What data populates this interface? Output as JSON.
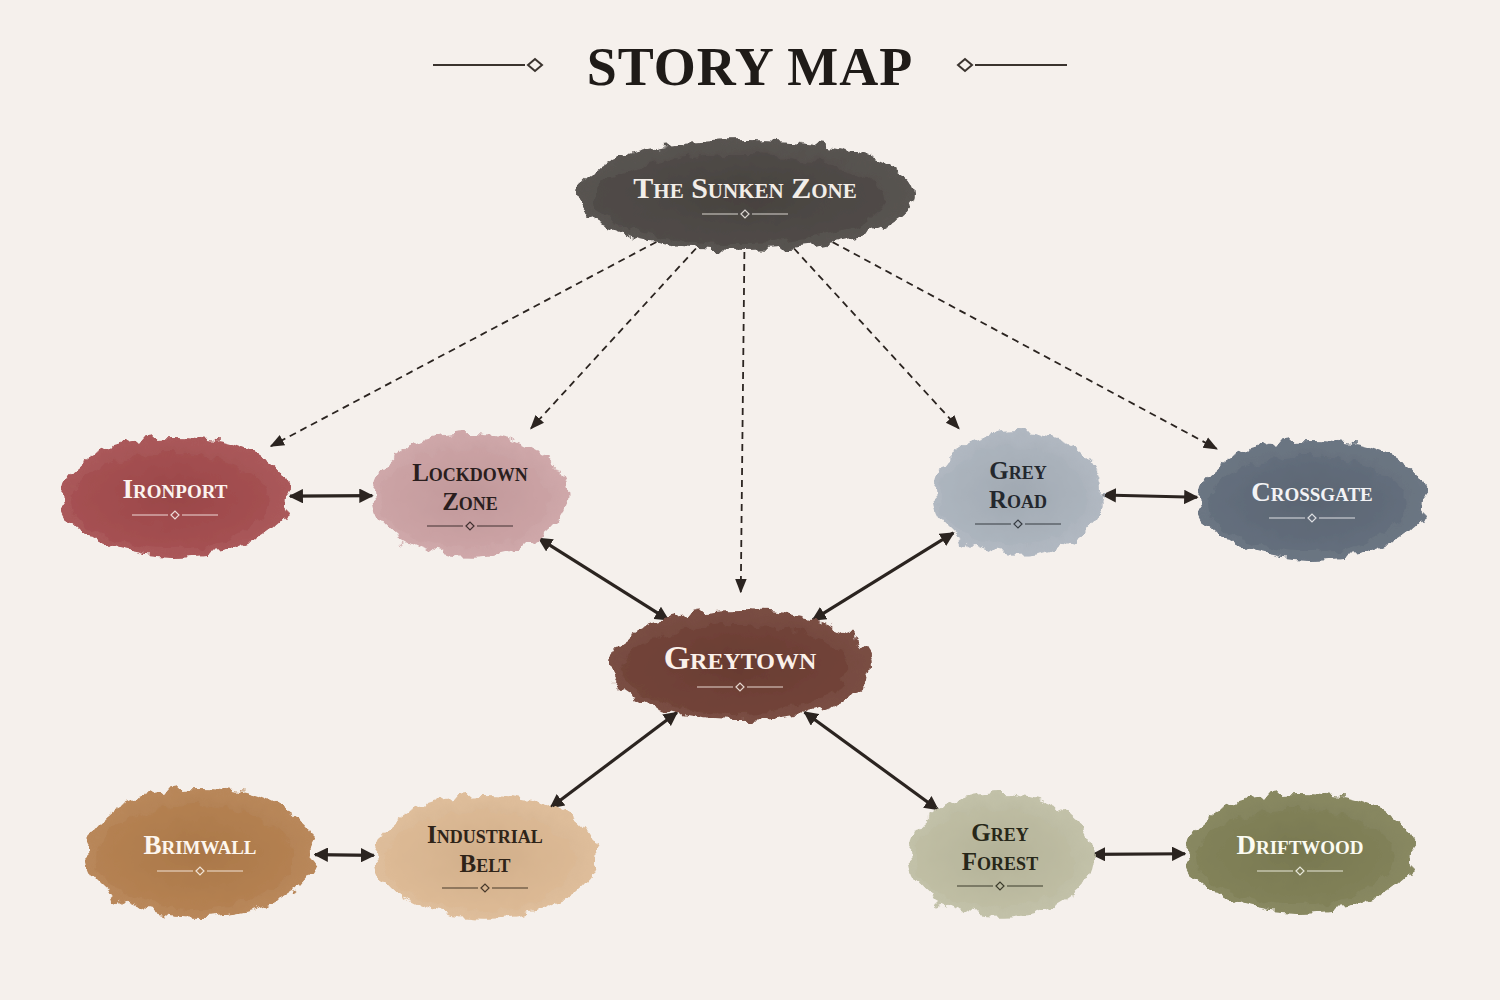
{
  "diagram": {
    "title": "STORY MAP",
    "nodes": [
      {
        "text": [
          "The Sunken Zone"
        ]
      },
      {
        "text": [
          "Ironport"
        ]
      },
      {
        "text": [
          "Lockdown Zone"
        ]
      },
      {
        "text": [
          "Grey Road"
        ]
      },
      {
        "text": [
          "Crossgate"
        ]
      },
      {
        "text": [
          "Greytown"
        ]
      },
      {
        "text": [
          "Brimwall"
        ]
      },
      {
        "text": [
          "Industrial Belt"
        ]
      },
      {
        "text": [
          "Grey Forest"
        ]
      },
      {
        "text": [
          "Driftwood"
        ]
      }
    ],
    "edges": [
      {
        "from": 0,
        "to": 1,
        "arrow": "to"
      },
      {
        "from": 0,
        "to": 2,
        "arrow": "to"
      },
      {
        "from": 0,
        "to": 5,
        "arrow": "to"
      },
      {
        "from": 0,
        "to": 3,
        "arrow": "to"
      },
      {
        "from": 0,
        "to": 4,
        "arrow": "to"
      },
      {
        "from": 1,
        "to": 2,
        "arrow": "both"
      },
      {
        "from": 2,
        "to": 5,
        "arrow": "both"
      },
      {
        "from": 3,
        "to": 4,
        "arrow": "both"
      },
      {
        "from": 5,
        "to": 3,
        "arrow": "both"
      },
      {
        "from": 5,
        "to": 7,
        "arrow": "both"
      },
      {
        "from": 6,
        "to": 7,
        "arrow": "both"
      },
      {
        "from": 5,
        "to": 8,
        "arrow": "both"
      },
      {
        "from": 8,
        "to": 9,
        "arrow": "both"
      }
    ]
  }
}
